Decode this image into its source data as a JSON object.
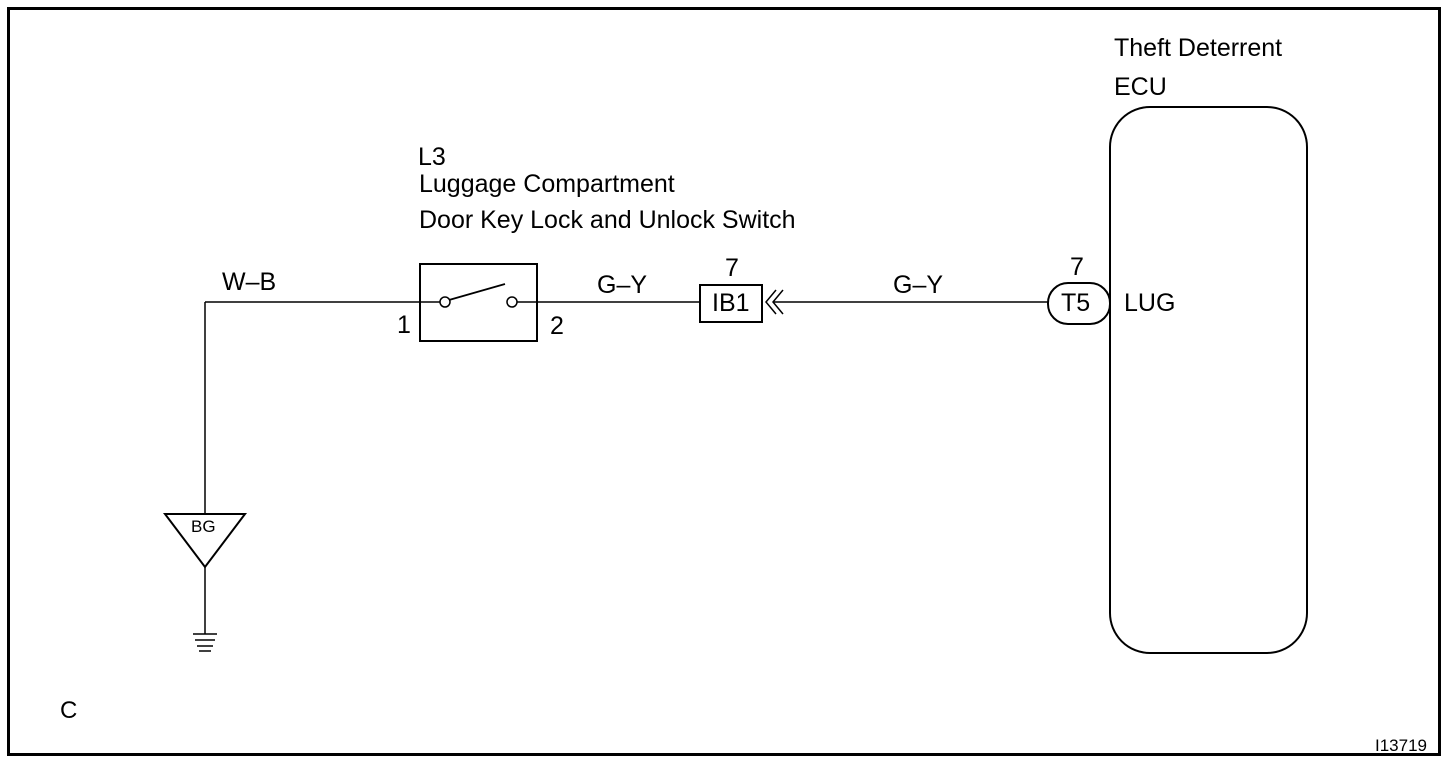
{
  "ecu": {
    "title_line1": "Theft Deterrent",
    "title_line2": "ECU",
    "connector": "T5",
    "pin": "7",
    "terminal": "LUG"
  },
  "switch": {
    "code": "L3",
    "name_line1": "Luggage Compartment",
    "name_line2": "Door Key Lock and Unlock Switch",
    "pin_left": "1",
    "pin_right": "2"
  },
  "junction": {
    "connector": "IB1",
    "pin": "7"
  },
  "wires": {
    "ground_wire": "W–B",
    "switch_to_junction": "G–Y",
    "junction_to_ecu": "G–Y"
  },
  "ground": {
    "point": "BG"
  },
  "corner_letter": "C",
  "figure_id": "I13719"
}
